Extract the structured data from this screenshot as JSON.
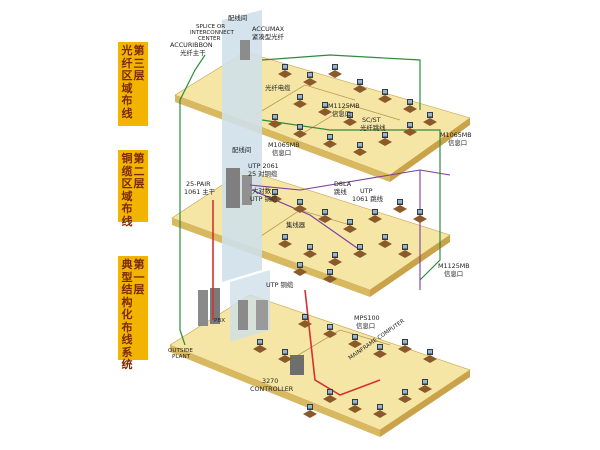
{
  "side_labels": {
    "floor3": [
      "第",
      "三",
      "层",
      "光",
      "纤",
      "区",
      "域",
      "布",
      "线"
    ],
    "floor2": [
      "第",
      "二",
      "层",
      "铜",
      "缆",
      "区",
      "域",
      "布",
      "线"
    ],
    "floor1": [
      "第",
      "一",
      "层",
      "典",
      "型",
      "结",
      "构",
      "化",
      "布",
      "线",
      "系",
      "统"
    ]
  },
  "labels": {
    "patch_top": "配线间",
    "splice_1": "SPLICE OR",
    "splice_2": "INTERCONNECT",
    "splice_3": "CENTER",
    "accumax_1": "ACCUMAX",
    "accumax_2": "紧凑型光纤",
    "accuribbon_1": "ACCURIBBON",
    "accuribbon_2": "光纤主干",
    "fiber_cable": "光纤电缆",
    "m1125_a1": "M1125MB",
    "m1125_a2": "信息口",
    "sc_st_1": "SC/ST",
    "sc_st_2": "光纤跳线",
    "m1065_a1": "M1065MB",
    "m1065_a2": "信息口",
    "m1065_b1": "M1065MB",
    "m1065_b2": "信息口",
    "patch_mid": "配线间",
    "utp2061_1": "UTP 2061",
    "utp2061_2": "25 对铜缆",
    "pair25_1": "25-PAIR",
    "pair25_2": "1061 主干",
    "d8la_1": "D8LA",
    "d8la_2": "跳线",
    "utp1061_1": "UTP",
    "utp1061_2": "1061 跳线",
    "big_utp_1": "大对数",
    "big_utp_2": "UTP 铜缆",
    "concentrator": "集线器",
    "m1125_b1": "M1125MB",
    "m1125_b2": "信息口",
    "utp_copper": "UTP 铜缆",
    "pbx": "PBX",
    "mps100_1": "MPS100",
    "mps100_2": "信息口",
    "outside_1": "OUTSIDE",
    "outside_2": "PLANT",
    "controller_1": "3270",
    "controller_2": "CONTROLLER",
    "mainframe": "MAINFRAME COMPUTER"
  },
  "colors": {
    "floor_top": "#f6e6a6",
    "floor_edge_left": "#d8b860",
    "floor_edge_right": "#c9a24a",
    "wall": "#cfe0ea",
    "fiber": "#2e8b3a",
    "copper_purple": "#7a3d9a",
    "copper_red": "#d83030",
    "label_block": "#f3b400"
  }
}
